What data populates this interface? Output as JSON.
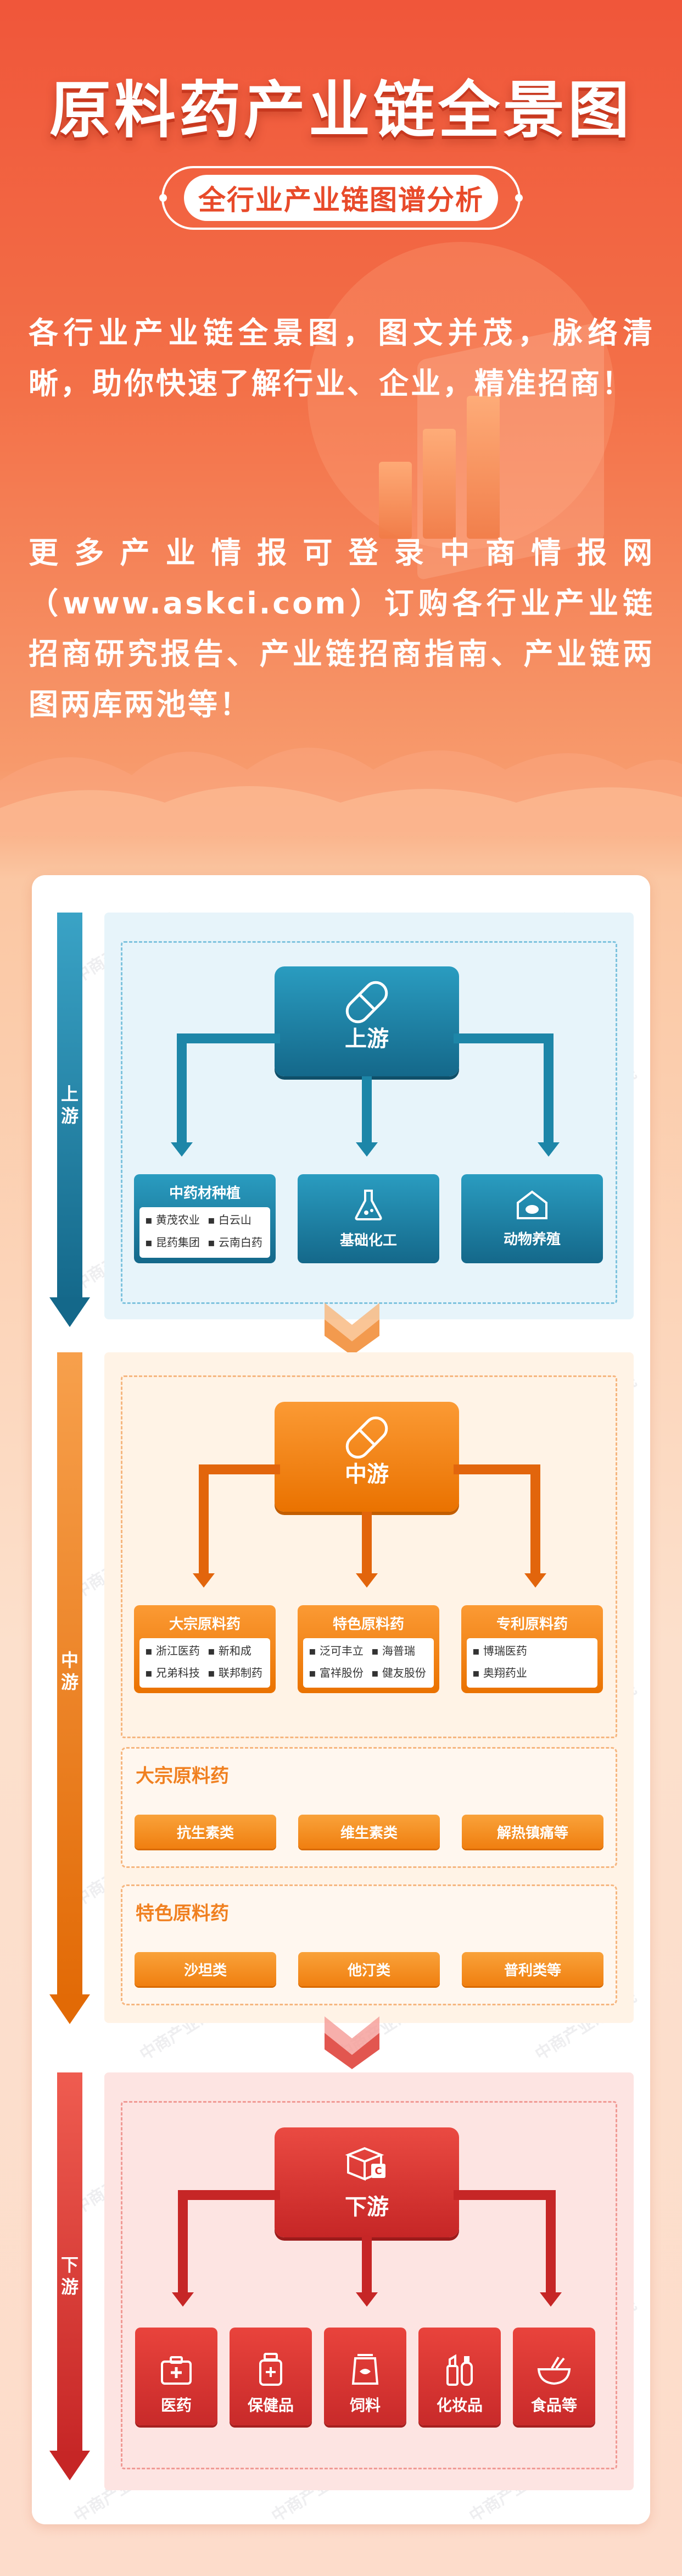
{
  "header": {
    "title": "原料药产业链全景图",
    "subtitle": "全行业产业链图谱分析",
    "intro_1": "各行业产业链全景图，图文并茂，脉络清晰，助你快速了解行业、企业，精准招商！",
    "intro_2": "更多产业情报可登录中商情报网（www.askci.com）订购各行业产业链招商研究报告、产业链招商指南、产业链两图两库两池等！"
  },
  "watermark_text": "中商产业研究院",
  "colors": {
    "upstream": "#1d86a8",
    "midstream": "#f07a12",
    "downstream": "#d9342e"
  },
  "upstream": {
    "stage_label": "上\n游",
    "hub": "上游",
    "hub_icon": "pill-icon",
    "boxes": [
      {
        "title": "中药材种植",
        "companies": [
          "黄茂农业",
          "白云山",
          "昆药集团",
          "云南白药"
        ]
      },
      {
        "title": "基础化工",
        "icon": "flask-icon"
      },
      {
        "title": "动物养殖",
        "icon": "barn-icon"
      }
    ]
  },
  "midstream": {
    "stage_label": "中\n游",
    "hub": "中游",
    "hub_icon": "pill-icon",
    "boxes": [
      {
        "title": "大宗原料药",
        "companies": [
          "浙江医药",
          "新和成",
          "兄弟科技",
          "联邦制药"
        ]
      },
      {
        "title": "特色原料药",
        "companies": [
          "泛可丰立",
          "海普瑞",
          "富祥股份",
          "健友股份"
        ]
      },
      {
        "title": "专利原料药",
        "companies": [
          "博瑞医药",
          "奥翔药业"
        ]
      }
    ],
    "categories": [
      {
        "title": "大宗原料药",
        "items": [
          "抗生素类",
          "维生素类",
          "解热镇痛等"
        ]
      },
      {
        "title": "特色原料药",
        "items": [
          "沙坦类",
          "他汀类",
          "普利类等"
        ]
      }
    ]
  },
  "downstream": {
    "stage_label": "下\n游",
    "hub": "下游",
    "hub_icon": "box-icon",
    "items": [
      {
        "label": "医药",
        "icon": "medkit-icon"
      },
      {
        "label": "保健品",
        "icon": "bottle-icon"
      },
      {
        "label": "饲料",
        "icon": "feed-icon"
      },
      {
        "label": "化妆品",
        "icon": "cosmetics-icon"
      },
      {
        "label": "食品等",
        "icon": "bowl-icon"
      }
    ]
  }
}
